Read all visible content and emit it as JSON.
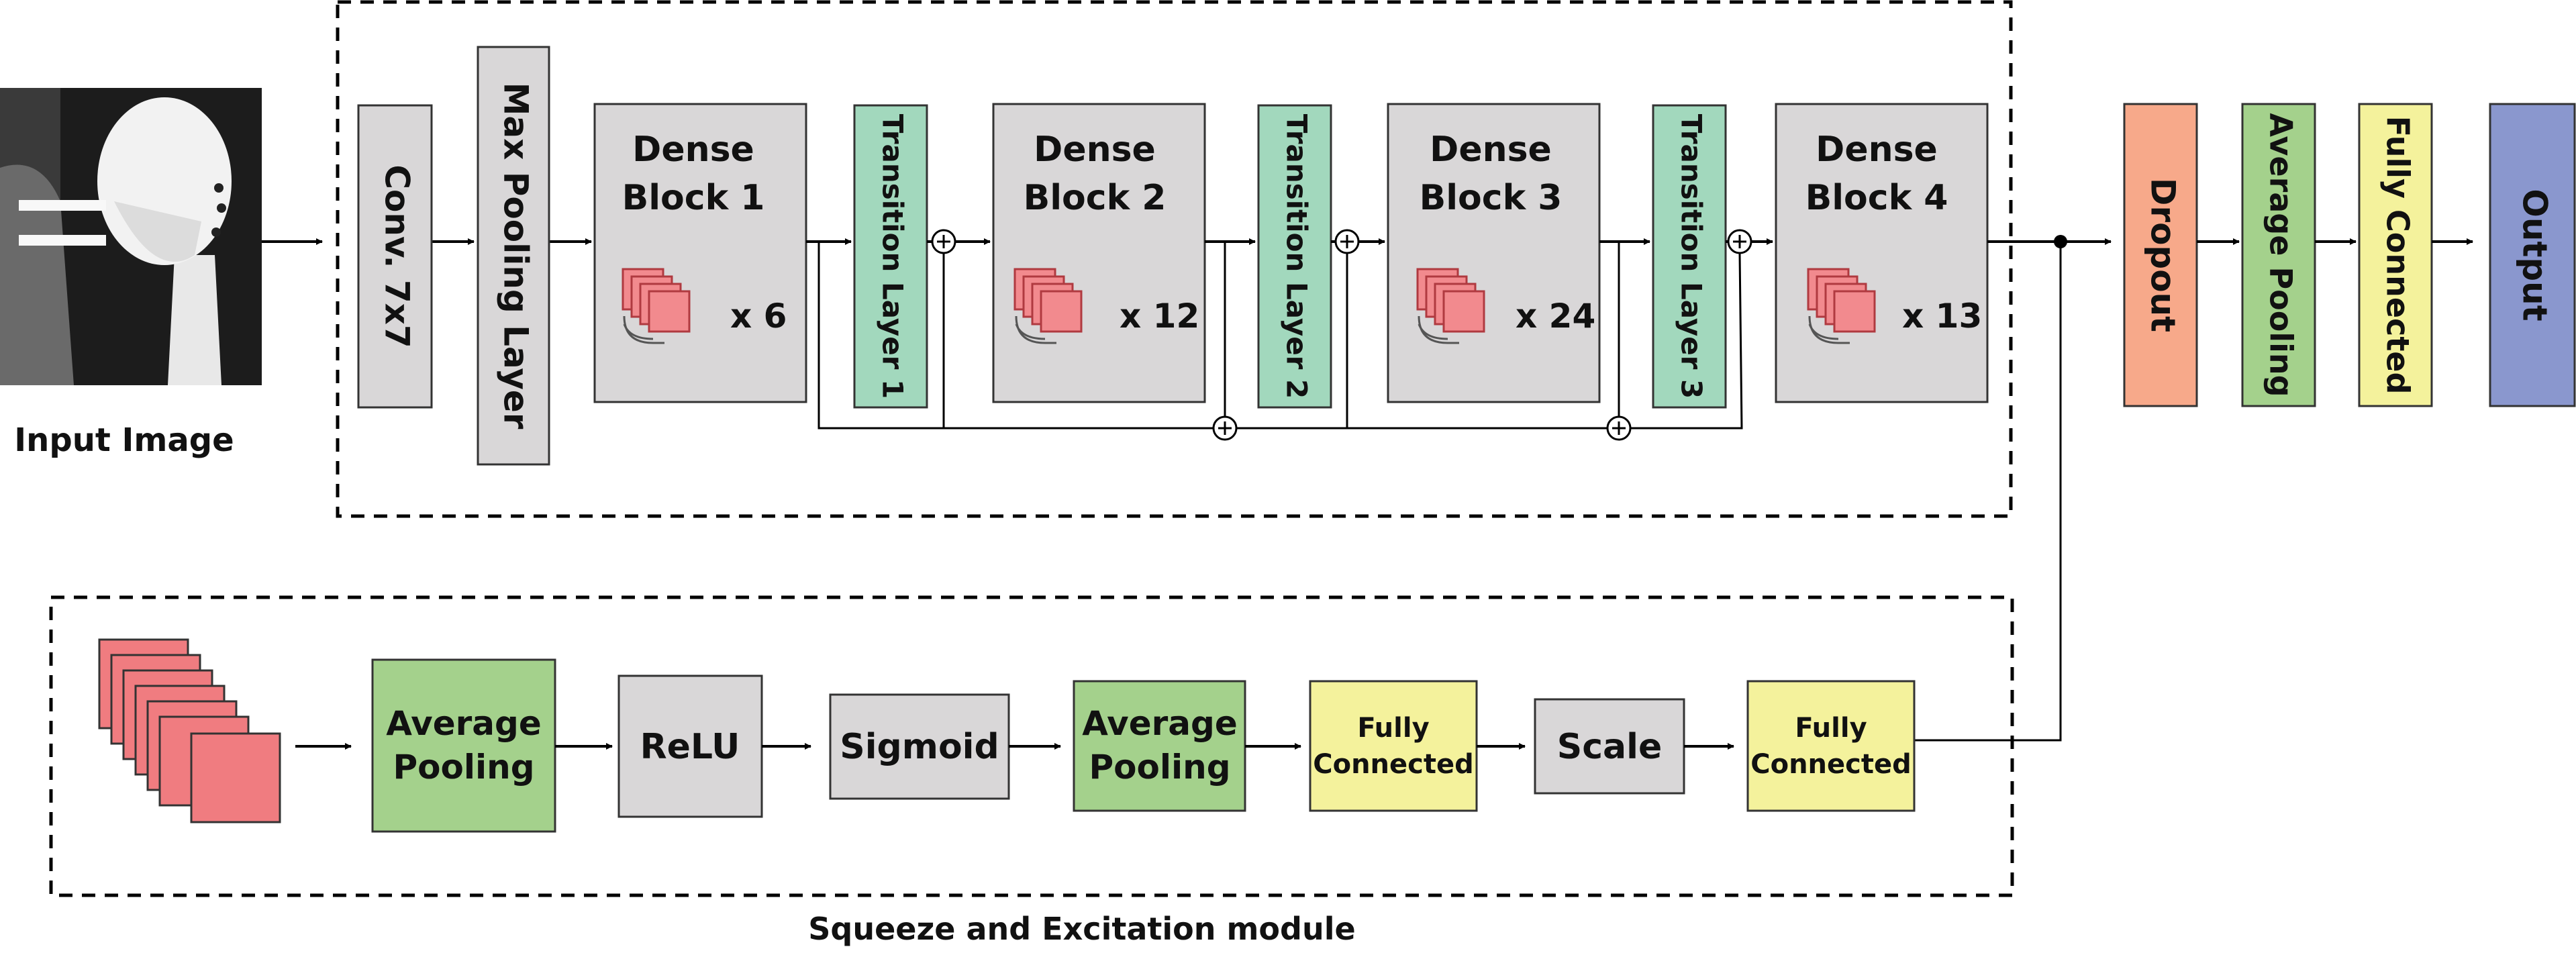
{
  "input": {
    "caption": "Input Image"
  },
  "main": {
    "conv_label": "Conv. 7x7",
    "maxpool_label": "Max Pooling Layer",
    "dense_blocks": [
      {
        "line1": "Dense",
        "line2": "Block 1",
        "count": "x 6"
      },
      {
        "line1": "Dense",
        "line2": "Block 2",
        "count": "x 12"
      },
      {
        "line1": "Dense",
        "line2": "Block 3",
        "count": "x 24"
      },
      {
        "line1": "Dense",
        "line2": "Block 4",
        "count": "x 13"
      }
    ],
    "transitions": [
      "Transition Layer 1",
      "Transition Layer 2",
      "Transition Layer 3"
    ]
  },
  "head": {
    "dropout": "Dropout",
    "average_pooling": "Average Pooling",
    "fully_connected": "Fully Connected",
    "output": "Output"
  },
  "se_module": {
    "caption": "Squeeze and Excitation module",
    "avgpool1": {
      "line1": "Average",
      "line2": "Pooling"
    },
    "relu": "ReLU",
    "sigmoid": "Sigmoid",
    "avgpool2": {
      "line1": "Average",
      "line2": "Pooling"
    },
    "fc1": {
      "line1": "Fully",
      "line2": "Connected"
    },
    "scale": "Scale",
    "fc2": {
      "line1": "Fully",
      "line2": "Connected"
    }
  },
  "colors": {
    "gray_block": "#d9d7d8",
    "transition_green": "#a2d8bd",
    "dropout_orange": "#f7a98a",
    "avgpool_green": "#a4d18c",
    "fc_yellow": "#f4f29c",
    "output_blue": "#8a97ce",
    "feature_red": "#f07c80"
  }
}
